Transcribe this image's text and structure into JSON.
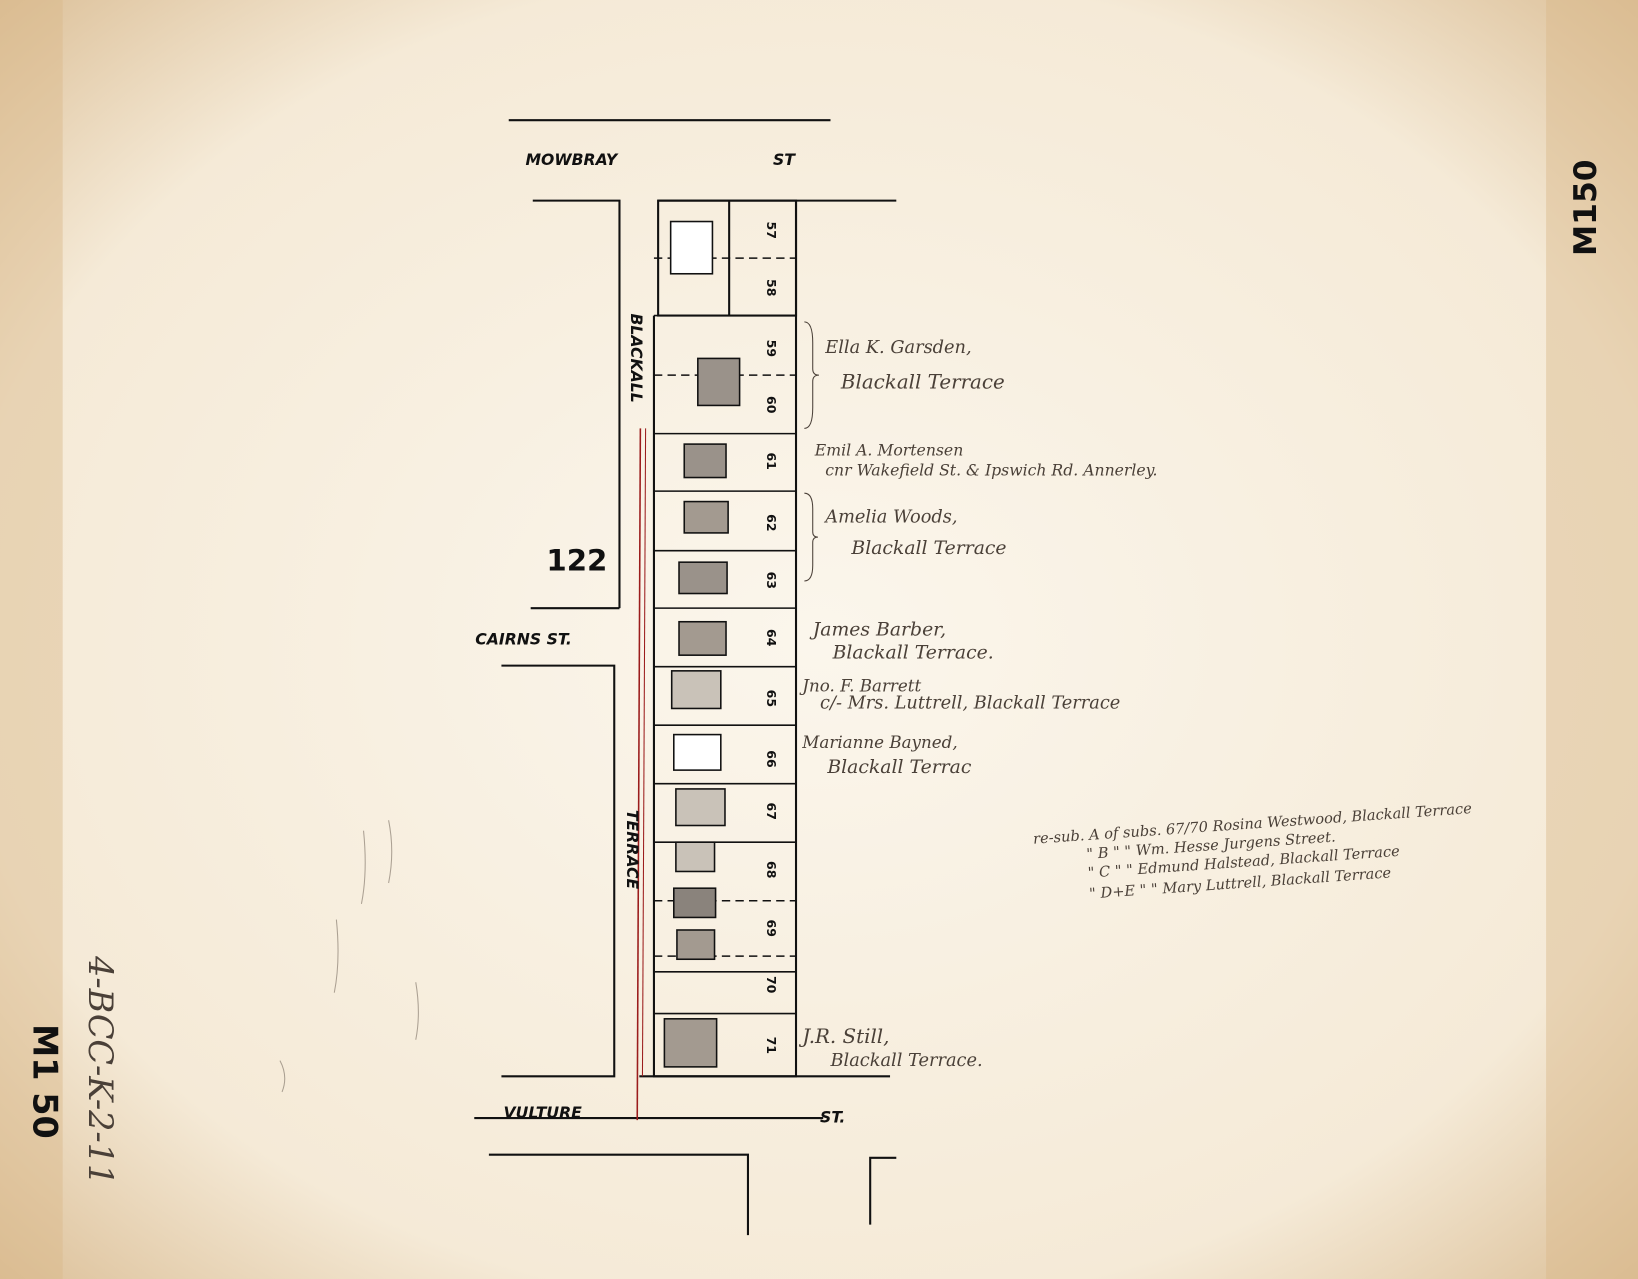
{
  "sheet_id": "M150",
  "sheet_ref_handwritten": "4-BCC-K-2-11",
  "sheet_id_bottom": "M1 50",
  "section_number": "122",
  "streets": {
    "north": [
      "MOWBRAY",
      "ST"
    ],
    "west_road": "BLACKALL",
    "west_road_lower": "TERRACE",
    "cairns": "CAIRNS  ST.",
    "south": [
      "VULTURE",
      "ST."
    ]
  },
  "lots": [
    "57",
    "58",
    "59",
    "60",
    "61",
    "62",
    "63",
    "64",
    "65",
    "66",
    "67",
    "68",
    "69",
    "70",
    "71"
  ],
  "owners": [
    {
      "name": "Ella K. Garsden,",
      "address": "Blackall Terrace"
    },
    {
      "name": "Emil A. Mortensen",
      "address": "cnr Wakefield St. & Ipswich Rd. Annerley."
    },
    {
      "name": "Amelia Woods,",
      "address": "Blackall Terrace"
    },
    {
      "name": "James Barber,",
      "address": "Blackall Terrace."
    },
    {
      "name": "Jno. F. Barrett",
      "address": "c/- Mrs. Luttrell, Blackall Terrace"
    },
    {
      "name": "Marianne Bayned,",
      "address": "Blackall Terrac"
    },
    {
      "name": "J.R. Still,",
      "address": "Blackall Terrace."
    }
  ],
  "resub_notes": [
    "re-sub. A of subs. 67/70 Rosina Westwood, Blackall Terrace",
    "\"  B  \"   \" Wm. Hesse  Jurgens Street.",
    "\"  C  \"   \" Edmund Halstead, Blackall Terrace",
    "\"  D+E \"  \" Mary Luttrell, Blackall Terrace"
  ],
  "colors": {
    "paper": "#f7efe2",
    "ink": "#111111",
    "red_ink": "#9b1c1c",
    "stain": "#d9b98a"
  }
}
